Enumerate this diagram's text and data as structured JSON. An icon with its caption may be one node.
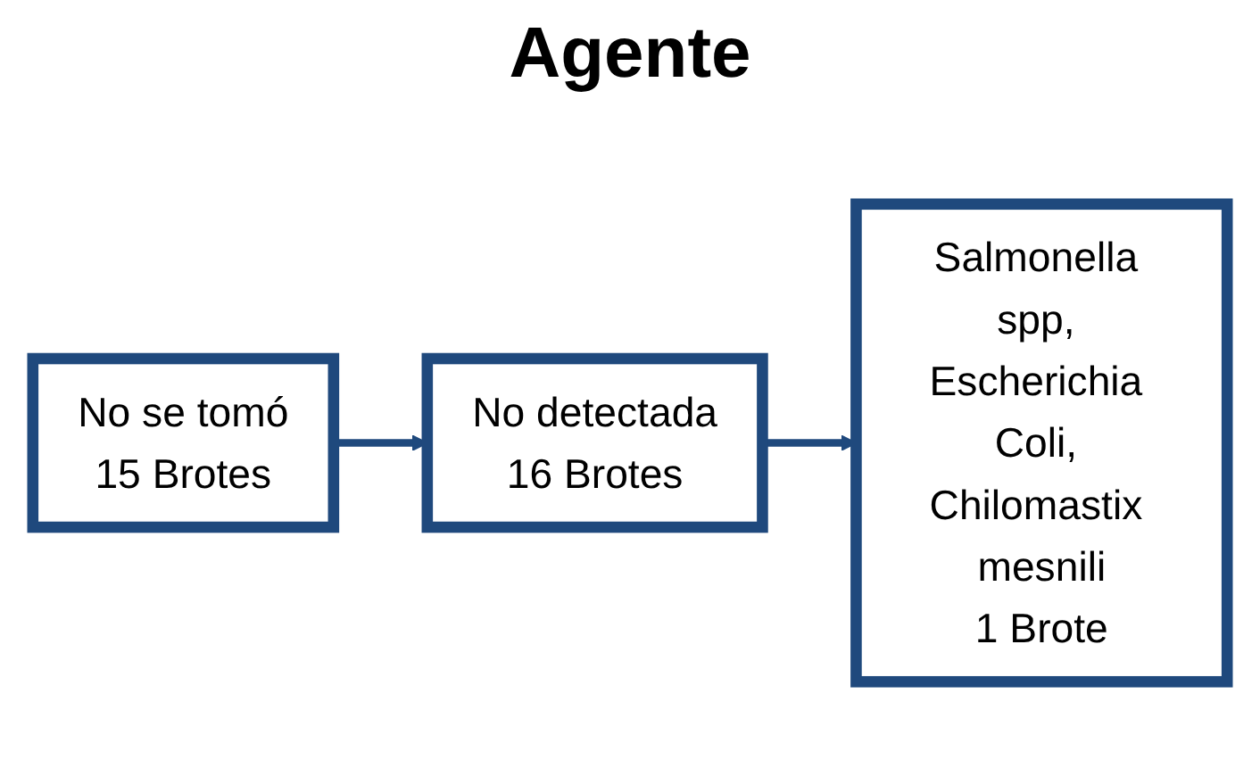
{
  "diagram": {
    "title": "Agente",
    "nodes": [
      {
        "text": [
          "No se tomó",
          "15 Brotes"
        ]
      },
      {
        "text": [
          "No detectada",
          "16 Brotes"
        ]
      },
      {
        "text": [
          "Salmonella spp, Escherichia Coli, Chilomastix mesnili",
          "1 Brote"
        ]
      }
    ],
    "edges": [
      {
        "from": 0,
        "to": 1,
        "arrow": "to"
      },
      {
        "from": 1,
        "to": 2,
        "arrow": "to"
      }
    ]
  }
}
